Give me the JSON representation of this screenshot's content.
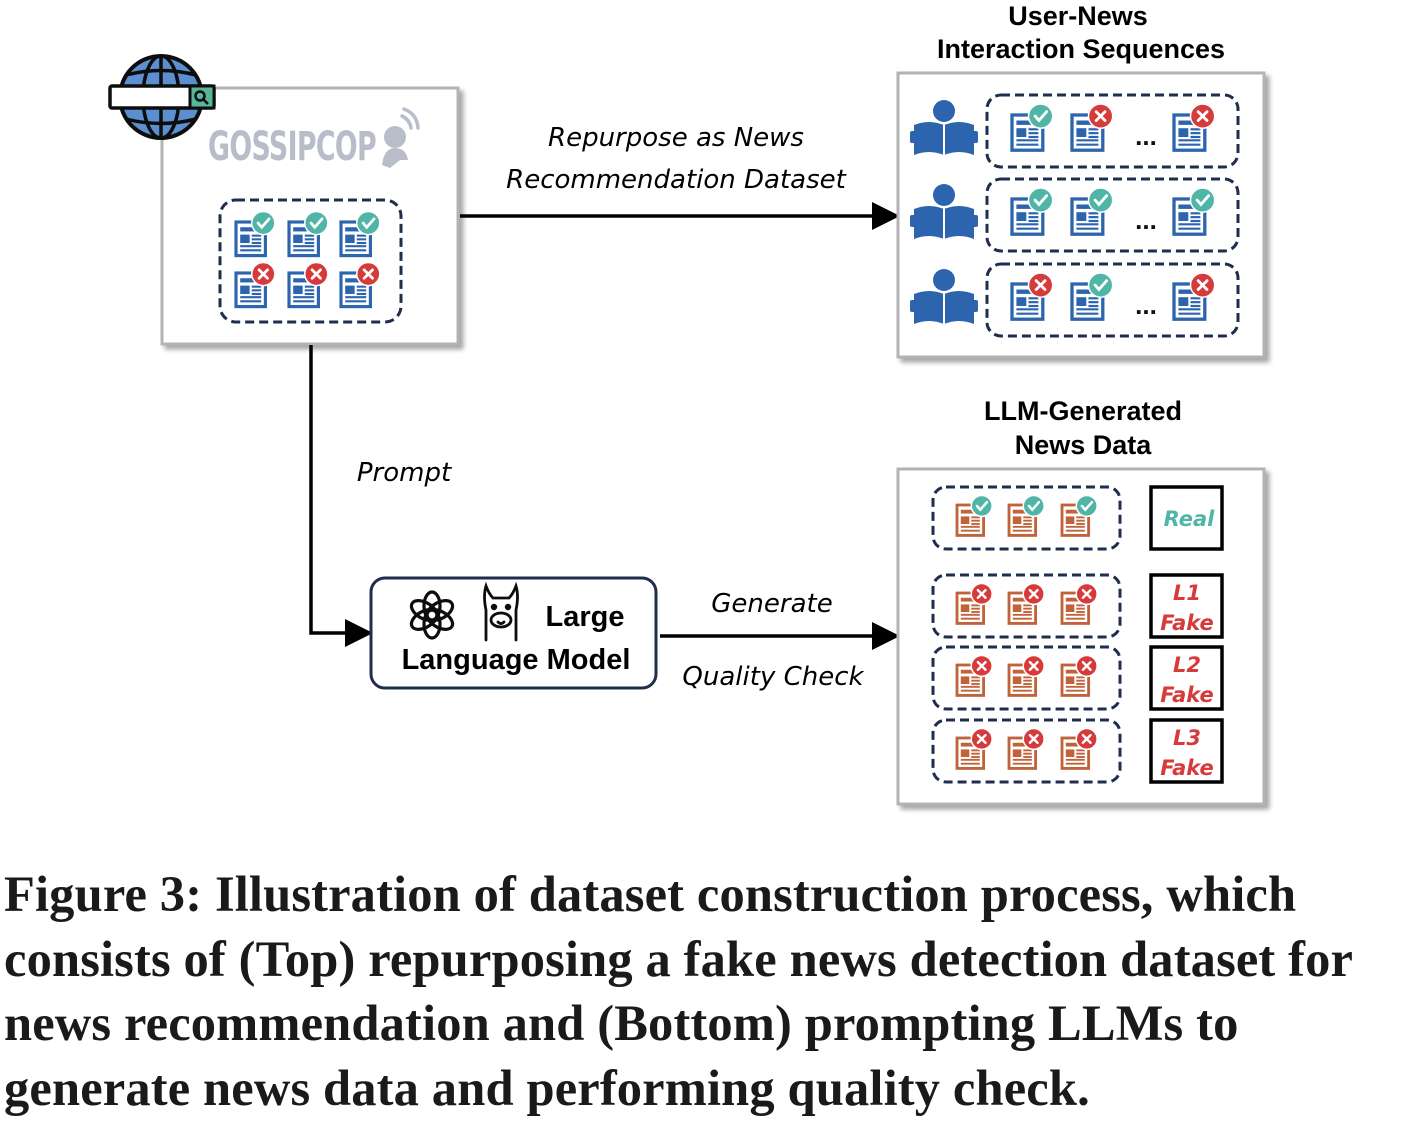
{
  "source": {
    "logo_text": "GOSSIPCOP",
    "items": [
      {
        "label": "real"
      },
      {
        "label": "real"
      },
      {
        "label": "real"
      },
      {
        "label": "fake"
      },
      {
        "label": "fake"
      },
      {
        "label": "fake"
      }
    ]
  },
  "top_arrow": {
    "line1": "Repurpose as News",
    "line2": "Recommendation Dataset"
  },
  "interaction_panel": {
    "title_line1": "User-News",
    "title_line2": "Interaction Sequences",
    "ellipsis": "...",
    "sequences": [
      [
        "real",
        "fake",
        "fake"
      ],
      [
        "real",
        "real",
        "real"
      ],
      [
        "fake",
        "real",
        "fake"
      ]
    ]
  },
  "prompt_label": "Prompt",
  "llm": {
    "line1": "Large",
    "line2": "Language Model"
  },
  "bottom_arrow": {
    "line1": "Generate",
    "line2": "Quality Check"
  },
  "generated_panel": {
    "title_line1": "LLM-Generated",
    "title_line2": "News Data",
    "groups": [
      {
        "status": "real",
        "label_line1": "Real",
        "label_line2": "",
        "color": "#4fb5a6"
      },
      {
        "status": "fake",
        "label_line1": "L1",
        "label_line2": "Fake",
        "color": "#d63a3a"
      },
      {
        "status": "fake",
        "label_line1": "L2",
        "label_line2": "Fake",
        "color": "#d63a3a"
      },
      {
        "status": "fake",
        "label_line1": "L3",
        "label_line2": "Fake",
        "color": "#d63a3a"
      }
    ]
  },
  "colors": {
    "dash_border": "#1f2d4e",
    "doc_blue": "#2c65ad",
    "doc_orange": "#c0633a",
    "check_green": "#4fb5a6",
    "cross_red": "#d63a3a",
    "reader_blue": "#2c65ad"
  },
  "caption": "Figure 3: Illustration of dataset construction process, which consists of (Top) repurposing a fake news detection dataset for news recommendation and (Bottom) prompting LLMs to generate news data and performing quality check."
}
